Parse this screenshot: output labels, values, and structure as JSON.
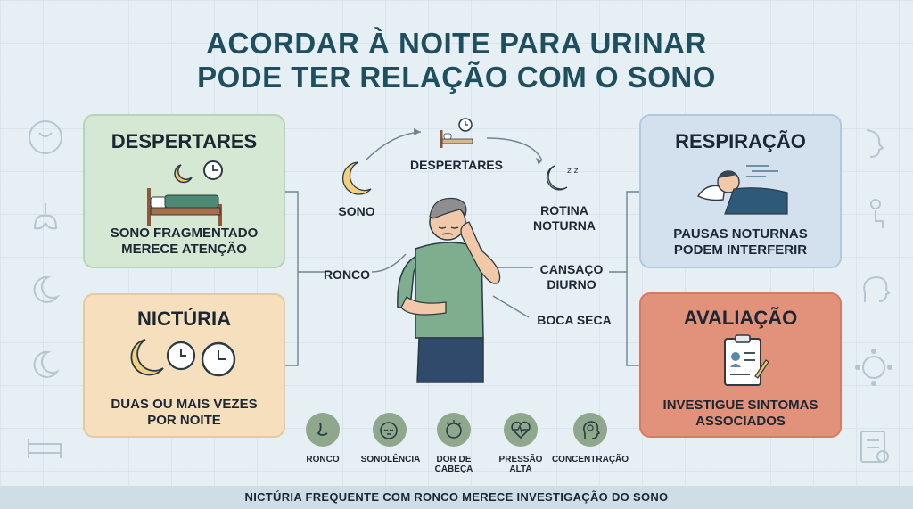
{
  "title": {
    "line1": "ACORDAR À NOITE PARA URINAR",
    "line2": "PODE TER RELAÇÃO COM O SONO"
  },
  "cards": {
    "despertares": {
      "title": "DESPERTARES",
      "text1": "SONO FRAGMENTADO",
      "text2": "MERECE ATENÇÃO"
    },
    "nicturia": {
      "title": "NICTÚRIA",
      "text1": "DUAS OU MAIS VEZES",
      "text2": "POR NOITE"
    },
    "respiracao": {
      "title": "RESPIRAÇÃO",
      "text1": "PAUSAS NOTURNAS",
      "text2": "PODEM INTERFERIR"
    },
    "avaliacao": {
      "title": "AVALIAÇÃO",
      "text1": "INVESTIGUE SINTOMAS",
      "text2": "ASSOCIADOS"
    }
  },
  "center_labels": {
    "despertares": "DESPERTARES",
    "sono": "SONO",
    "rotina1": "ROTINA",
    "rotina2": "NOTURNA",
    "ronco": "RONCO",
    "cansaco1": "CANSAÇO",
    "cansaco2": "DIURNO",
    "boca_seca": "BOCA SECA"
  },
  "bottom_icons": [
    {
      "label1": "RONCO",
      "label2": "",
      "icon": "nose-icon"
    },
    {
      "label1": "SONOLÊNCIA",
      "label2": "",
      "icon": "sleepy-face-icon"
    },
    {
      "label1": "DOR DE",
      "label2": "CABEÇA",
      "icon": "headache-icon"
    },
    {
      "label1": "PRESSÃO",
      "label2": "ALTA",
      "icon": "heart-pulse-icon"
    },
    {
      "label1": "CONCENTRAÇÃO",
      "label2": "",
      "icon": "brain-head-icon"
    }
  ],
  "footer": "NICTÚRIA FREQUENTE COM RONCO MERECE INVESTIGAÇÃO DO SONO",
  "colors": {
    "background": "#e6eff3",
    "title": "#1f4f5f",
    "green_card": "#d4e8d3",
    "orange_card": "#f5dfbd",
    "blue_card": "#d3e1ef",
    "red_card": "#e2917a",
    "icon_circle": "#8fa78d"
  }
}
